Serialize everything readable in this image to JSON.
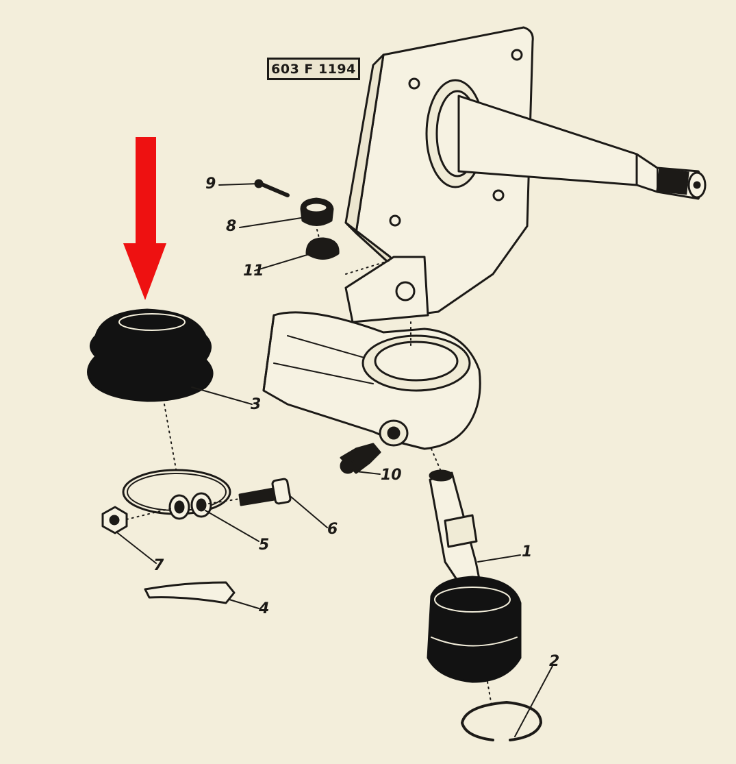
{
  "drawing_ref": "603 F 1194",
  "callouts": {
    "c1": "1",
    "c2": "2",
    "c3": "3",
    "c4": "4",
    "c5": "5",
    "c6": "6",
    "c7": "7",
    "c8": "8",
    "c9": "9",
    "c10": "10",
    "c11": "11"
  },
  "colors": {
    "paper": "#f3eedb",
    "ink": "#1c1a17",
    "arrow": "#ee1111"
  }
}
